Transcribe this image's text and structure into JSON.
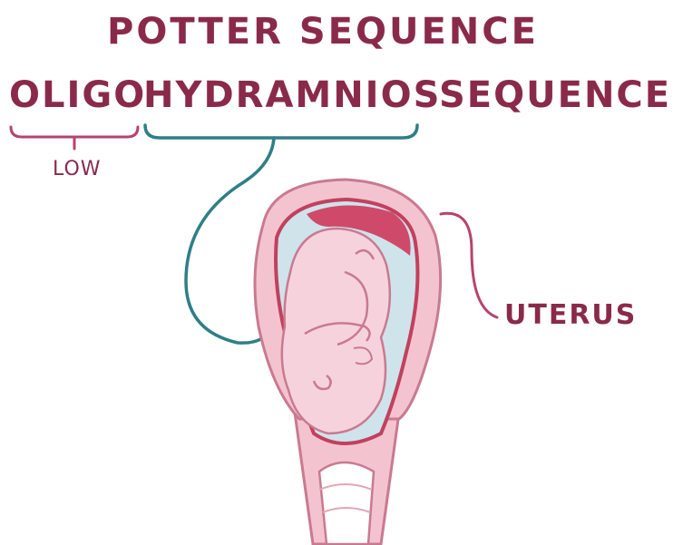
{
  "title_line1": "POTTER SEQUENCE",
  "title_line2": {
    "prefix": "OLIGO",
    "middle": "HYDRAMNIOS",
    "suffix": "SEQUENCE"
  },
  "annotations": {
    "low": "LOW",
    "uterus": "UTERUS"
  },
  "colors": {
    "text": "#8a2a4a",
    "bracket_low": "#b8436a",
    "bracket_fluid": "#2e7f86",
    "uterus_wall": "#f3c4cf",
    "uterus_outline": "#c97a90",
    "inner_lining": "#c2405e",
    "placenta": "#cf4a6a",
    "amniotic_fluid": "#cfe3ea",
    "fetus": "#f6d3dc"
  }
}
